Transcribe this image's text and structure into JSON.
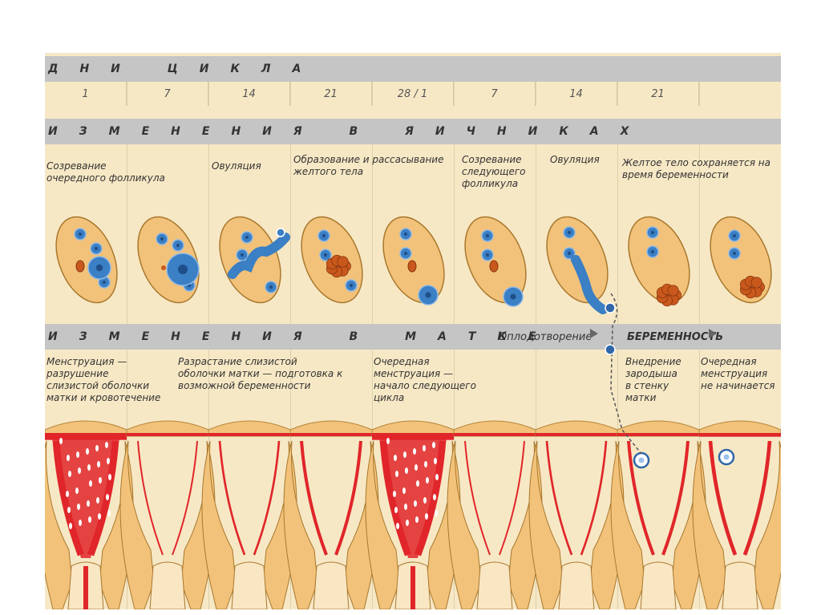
{
  "days_header": {
    "title": "ДНИ ЦИКЛА",
    "days": [
      "1",
      "7",
      "14",
      "21",
      "28 / 1",
      "7",
      "14",
      "21",
      ""
    ]
  },
  "ovary_header": {
    "title": "ИЗМЕНЕНИЯ В ЯИЧНИКАХ"
  },
  "ovary_notes": [
    "Созревание очередного фолликула",
    "Овуляция",
    "Образование и рассасывание желтого тела",
    "Созревание следующего фолликула",
    "Овуляция",
    "Желтое тело сохраняется на время беременности"
  ],
  "uterus_header": {
    "title": "ИЗМЕНЕНИЯ В МАТКЕ",
    "fertilization": "Оплодотворение",
    "pregnancy": "БЕРЕМЕННОСТЬ"
  },
  "uterus_notes": [
    "Менструация — разрушение слизистой оболочки матки и кровотечение",
    "Разрастание слизистой оболочки матки — подготовка к возможной беременности",
    "Очередная менструация — начало следующего цикла",
    "Внедрение зародыша в стенку матки",
    "Очередная менструация не начинается"
  ],
  "colors": {
    "background": "#f7e8c5",
    "band": "#c5c5c5",
    "follicle_blue": "#3b7fc4",
    "corpus_luteum": "#c9581c",
    "endometrium_red": "#e0262a",
    "tissue": "#f2c27a"
  }
}
